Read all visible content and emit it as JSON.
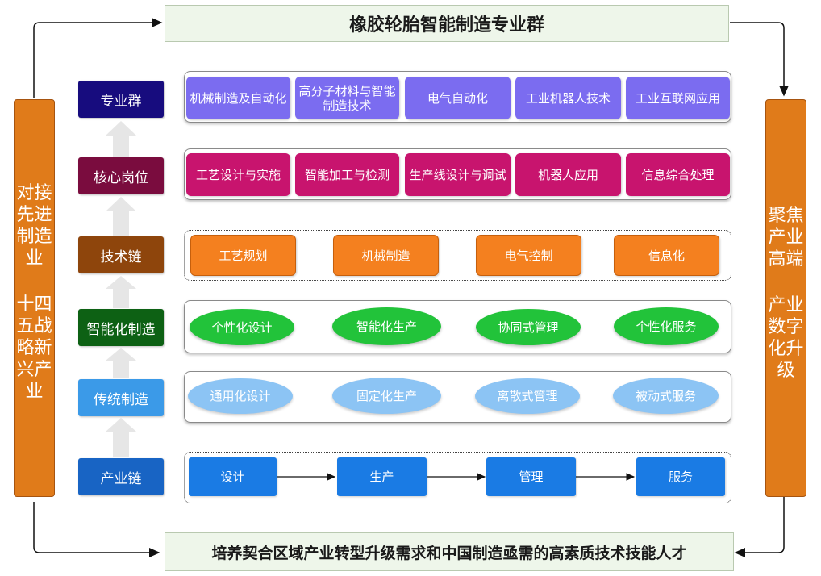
{
  "title": "橡胶轮胎智能制造专业群",
  "bottom": "培养契合区域产业转型升级需求和中国制造亟需的高素质技术技能人才",
  "left_side": {
    "line1": [
      "对接",
      "先进",
      "制造",
      "业"
    ],
    "line2": [
      "十四",
      "五战",
      "略新",
      "兴产",
      "业"
    ]
  },
  "right_side": {
    "line1": [
      "聚焦",
      "产业",
      "高端"
    ],
    "line2": [
      "产业",
      "数字",
      "化升",
      "级"
    ]
  },
  "levels": {
    "major_group": {
      "label": "专业群",
      "color": "#170c7e"
    },
    "core_posts": {
      "label": "核心岗位",
      "color": "#7a0c3e"
    },
    "tech_chain": {
      "label": "技术链",
      "color": "#8e450c"
    },
    "smart_mfg": {
      "label": "智能化制造",
      "color": "#0d6114"
    },
    "traditional_mfg": {
      "label": "传统制造",
      "color": "#3b9ae8"
    },
    "industry_chain": {
      "label": "产业链",
      "color": "#1864c4"
    }
  },
  "rows": {
    "major_group": [
      "机械制造及自动化",
      "高分子材料与智能制造技术",
      "电气自动化",
      "工业机器人技术",
      "工业互联网应用"
    ],
    "core_posts": [
      "工艺设计与实施",
      "智能加工与检测",
      "生产线设计与调试",
      "机器人应用",
      "信息综合处理"
    ],
    "tech_chain": [
      "工艺规划",
      "机械制造",
      "电气控制",
      "信息化"
    ],
    "smart_mfg": [
      "个性化设计",
      "智能化生产",
      "协同式管理",
      "个性化服务"
    ],
    "traditional_mfg": [
      "通用化设计",
      "固定化生产",
      "离散式管理",
      "被动式服务"
    ],
    "industry_chain": [
      "设计",
      "生产",
      "管理",
      "服务"
    ]
  }
}
